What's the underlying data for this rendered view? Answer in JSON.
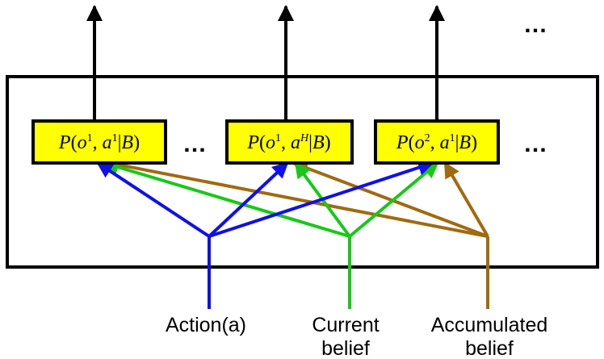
{
  "colors": {
    "action": "#1010e8",
    "current_belief": "#18c818",
    "accumulated_belief": "#a06a10",
    "box_fill": "#ffff00",
    "outline": "#000000"
  },
  "boxes": [
    {
      "p": "P",
      "o": "o",
      "o_sup": "1",
      "a": "a",
      "a_sup": "1",
      "given": "B"
    },
    {
      "p": "P",
      "o": "o",
      "o_sup": "1",
      "a": "a",
      "a_sup": "H",
      "given": "B"
    },
    {
      "p": "P",
      "o": "o",
      "o_sup": "2",
      "a": "a",
      "a_sup": "1",
      "given": "B"
    }
  ],
  "ellipses": {
    "between_boxes": "…",
    "after_boxes": "…",
    "top_right": "…"
  },
  "inputs": {
    "action": {
      "label": "Action(a)"
    },
    "current_belief": {
      "label_line1": "Current",
      "label_line2": "belief"
    },
    "accumulated_belief": {
      "label_line1": "Accumulated",
      "label_line2": "belief"
    }
  }
}
